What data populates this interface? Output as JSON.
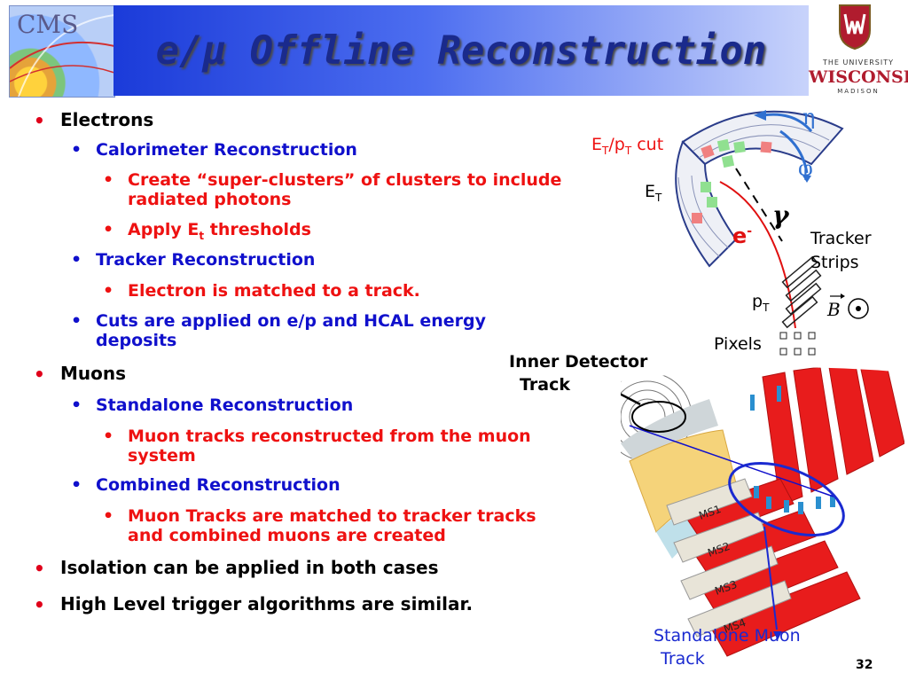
{
  "header": {
    "cms_logo_text": "CMS",
    "title": "e/μ Offline Reconstruction",
    "university_line1": "THE UNIVERSITY",
    "university_line2": "WISCONSIN",
    "university_line3": "MADISON"
  },
  "bullets": {
    "electrons": "Electrons",
    "calo_reco": "Calorimeter Reconstruction",
    "super_clusters": "Create “super-clusters” of clusters to include radiated photons",
    "apply_et_prefix": "Apply E",
    "apply_et_sub": "t",
    "apply_et_suffix": " thresholds",
    "tracker_reco": "Tracker Reconstruction",
    "electron_matched": "Electron is matched to a track.",
    "cuts_applied": "Cuts are applied on e/p and HCAL energy deposits",
    "muons": "Muons",
    "standalone_reco": "Standalone Reconstruction",
    "muon_tracks_reco": "Muon tracks reconstructed from the muon system",
    "combined_reco": "Combined Reconstruction",
    "muon_tracks_matched": "Muon Tracks are matched to tracker tracks and combined muons are created",
    "isolation": "Isolation can be applied in both cases",
    "hlt_similar": "High Level trigger algorithms are similar."
  },
  "electron_diagram": {
    "eta": "η",
    "phi": "φ",
    "gamma": "γ",
    "et_pt_cut_E": "E",
    "et_pt_cut_T1": "T",
    "et_pt_cut_slash": "/p",
    "et_pt_cut_T2": "T",
    "et_pt_cut_word": " cut",
    "et_E": "E",
    "et_T": "T",
    "electron": "e",
    "electron_sup": "-",
    "tracker": "Tracker",
    "strips": "Strips",
    "pt_p": "p",
    "pt_T": "T",
    "b_field": "B",
    "pixels": "Pixels"
  },
  "muon_diagram": {
    "inner_detector": "Inner Detector",
    "track": "Track",
    "ms1": "MS1",
    "ms2": "MS2",
    "ms3": "MS3",
    "ms4": "MS4",
    "standalone_muon": "Standalone Muon",
    "standalone_track": "Track"
  },
  "page_number": "32",
  "colors": {
    "bullet_red": "#ee1111",
    "bullet_blue": "#1010cc",
    "title_blue": "#1a2a8c",
    "muon_red": "#e81c1c",
    "wisconsin_red": "#b01c2e"
  }
}
